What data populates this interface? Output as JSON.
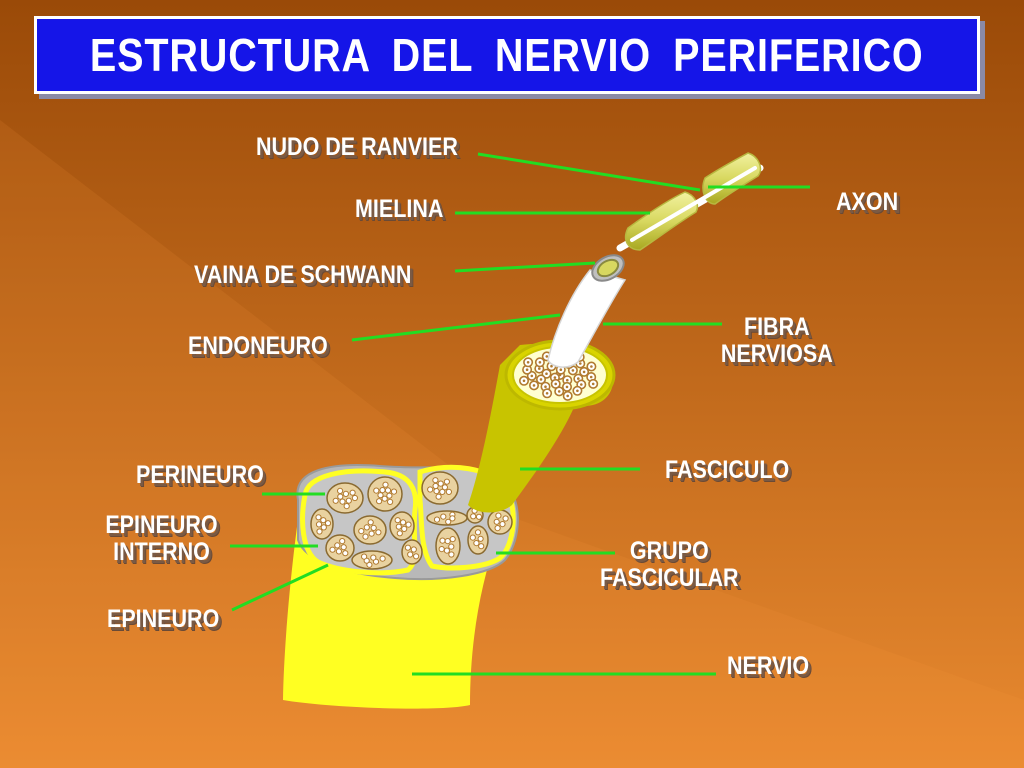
{
  "title": "ESTRUCTURA  DEL  NERVIO  PERIFERICO",
  "labels": {
    "nudo_de_ranvier": "NUDO  DE  RANVIER",
    "mielina": "MIELINA",
    "axon": "AXON",
    "vaina_de_schwann": "VAINA  DE  SCHWANN",
    "endoneuro": "ENDONEURO",
    "fibra_nerviosa": [
      "FIBRA",
      "NERVIOSA"
    ],
    "perineuro": "PERINEURO",
    "fasciculo": "FASCICULO",
    "epineuro_interno": [
      "EPINEURO",
      "INTERNO"
    ],
    "grupo_fascicular": [
      "GRUPO",
      "FASCICULAR"
    ],
    "epineuro": "EPINEURO",
    "nervio": "NERVIO"
  },
  "colors": {
    "background_top": "#a0500a",
    "background_bottom": "#e8862c",
    "title_box": "#1515e8",
    "leader_line": "#22dd22",
    "nerve_yellow": "#ffff22",
    "fascicle_olive": "#c8c400",
    "epineurium_gray": "#b4b4b4",
    "myelin": "#e0e070"
  }
}
